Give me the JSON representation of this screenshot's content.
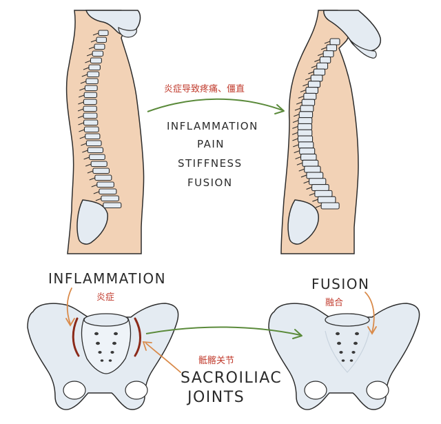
{
  "top": {
    "cn_caption": "炎症导致疼痛、僵直",
    "terms": [
      "INFLAMMATION",
      "PAIN",
      "STIFFNESS",
      "FUSION"
    ]
  },
  "bottom": {
    "left_title": "INFLAMMATION",
    "left_cn": "炎症",
    "right_title": "FUSION",
    "right_cn": "融合",
    "joint_cn": "骶髂关节",
    "joint_line1": "SACROILIAC",
    "joint_line2": "JOINTS"
  },
  "colors": {
    "skin": "#f2d2b6",
    "bone": "#e4ebf2",
    "outline": "#2b2b2b",
    "arrow_green": "#5a8a3a",
    "arrow_orange": "#d98a4a",
    "inflamed": "#8b2a1a",
    "cn_text": "#c0392b"
  }
}
